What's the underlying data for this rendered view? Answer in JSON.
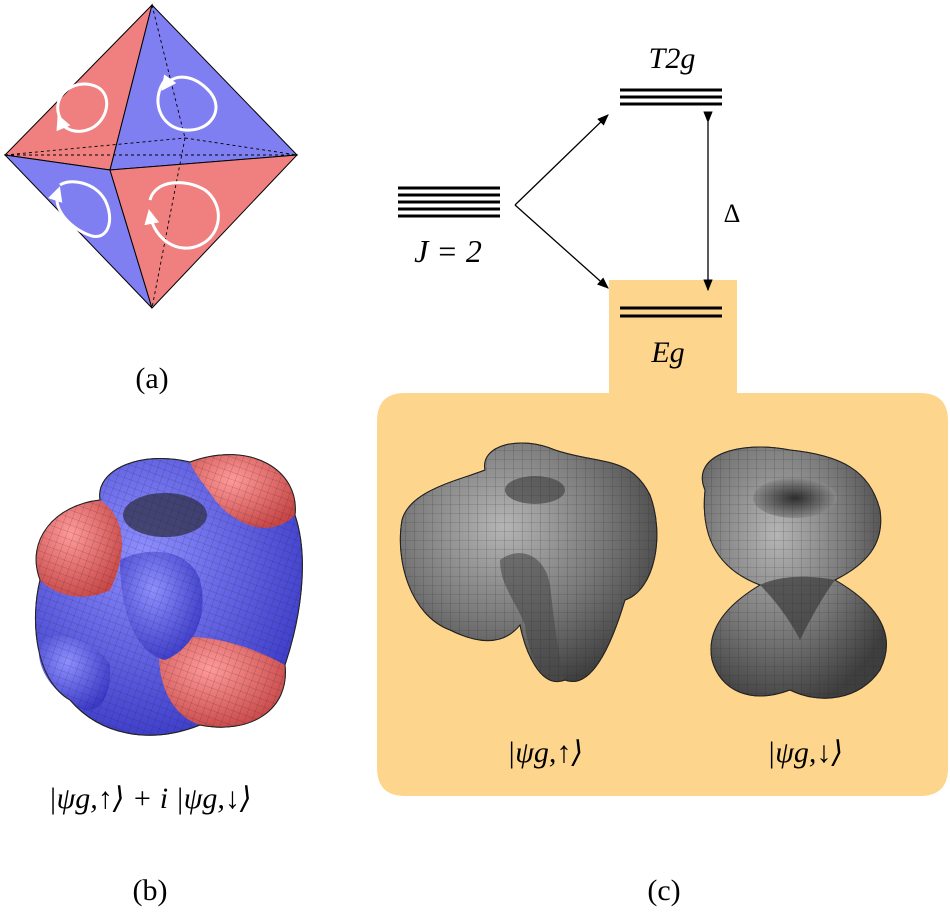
{
  "panels": {
    "a": {
      "label": "(a)"
    },
    "b": {
      "label": "(b)",
      "caption": "|ψg,↑⟩ + i |ψg,↓⟩"
    },
    "c": {
      "label": "(c)"
    }
  },
  "levels": {
    "j": {
      "label": "J = 2",
      "lines": 5
    },
    "t2g": {
      "label": "T2g",
      "lines": 3
    },
    "eg": {
      "label": "Eg",
      "lines": 2
    },
    "gap": {
      "label": "Δ"
    }
  },
  "orbitals": {
    "up": {
      "label": "|ψg,↑⟩"
    },
    "down": {
      "label": "|ψg,↓⟩"
    }
  },
  "colors": {
    "red_face": "#f08080",
    "blue_face": "#7f7ff2",
    "highlight": "#fdd58c",
    "surface_gray": "#6e6e6e",
    "surface_red": "#e06060",
    "surface_blue": "#5050d8"
  }
}
